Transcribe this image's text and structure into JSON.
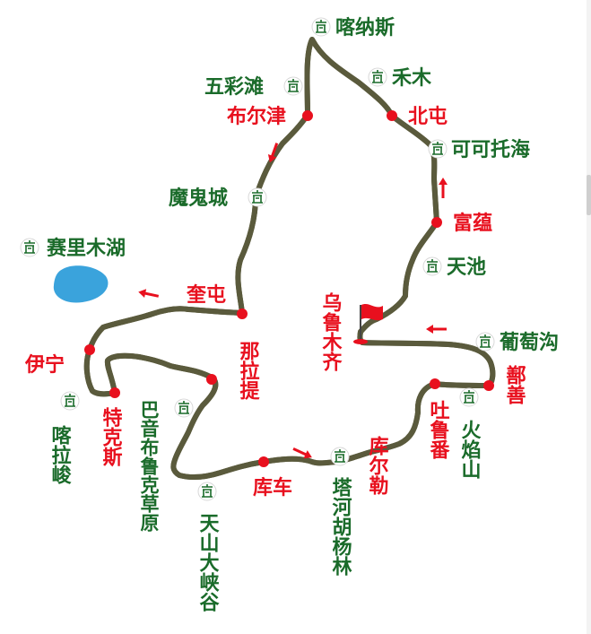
{
  "colors": {
    "route": "#f0d21a",
    "route_edge": "#5a5a3c",
    "city": "#e8101e",
    "scenic": "#1a6b2a",
    "lake": "#3aa3dc",
    "arrow": "#e8101e"
  },
  "icons": {
    "scenic_marker": "scenic-spot-icon",
    "flag": "red-flag-icon",
    "direction": "red-arrow-icon"
  },
  "cities": {
    "buerjin": "布尔津",
    "beitun": "北屯",
    "fuyun": "富蕴",
    "kuitun": "奎屯",
    "yining": "伊宁",
    "tekesi": "特克斯",
    "nalati": "那拉提",
    "kuche": "库车",
    "kuerle": "库尔勒",
    "tulufan": "吐鲁番",
    "shanshan": "鄯善",
    "urumqi": "乌鲁木齐"
  },
  "scenic": {
    "kanasi": "喀纳斯",
    "hemu": "禾木",
    "wucaitan": "五彩滩",
    "keketuohai": "可可托海",
    "moguicheng": "魔鬼城",
    "sailimu": "赛里木湖",
    "tianchi": "天池",
    "putaogou": "葡萄沟",
    "kalajun": "喀拉峻",
    "bayinbuluke": "巴音布鲁克草原",
    "tianshan_canyon": "天山大峡谷",
    "tahe_huyang": "塔河胡杨林",
    "huoyanshan": "火焰山"
  }
}
